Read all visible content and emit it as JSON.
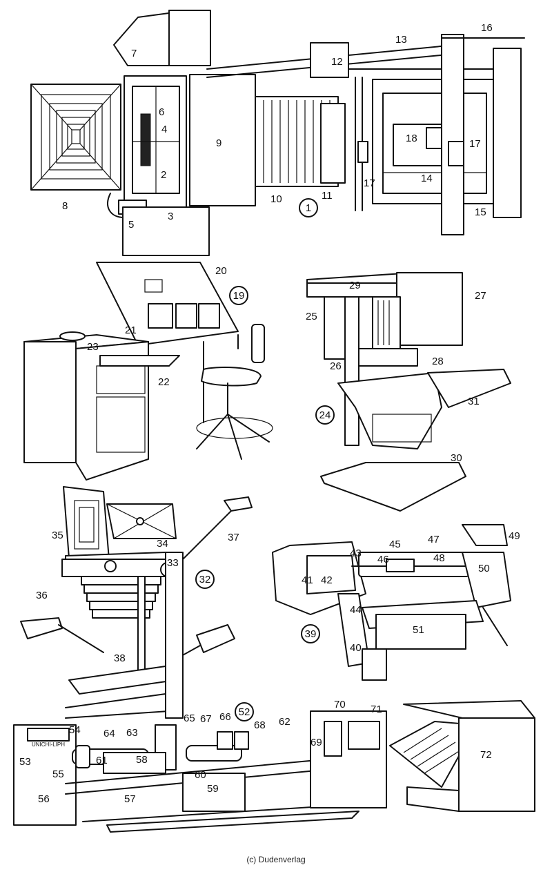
{
  "diagram": {
    "credit": "(c) Dudenverlag",
    "groups": [
      "1",
      "19",
      "24",
      "32",
      "39",
      "52"
    ],
    "labels": [
      "2",
      "3",
      "4",
      "5",
      "6",
      "7",
      "8",
      "9",
      "10",
      "11",
      "12",
      "13",
      "14",
      "15",
      "16",
      "17",
      "17",
      "18",
      "20",
      "21",
      "22",
      "23",
      "25",
      "26",
      "27",
      "28",
      "29",
      "30",
      "31",
      "33",
      "34",
      "35",
      "36",
      "37",
      "38",
      "40",
      "41",
      "42",
      "43",
      "44",
      "45",
      "46",
      "47",
      "48",
      "49",
      "50",
      "51",
      "53",
      "54",
      "55",
      "56",
      "57",
      "58",
      "59",
      "60",
      "61",
      "62",
      "63",
      "64",
      "65",
      "66",
      "67",
      "68",
      "69",
      "70",
      "71",
      "72"
    ],
    "device_marks": [
      "UNICHI-LIPH"
    ]
  }
}
